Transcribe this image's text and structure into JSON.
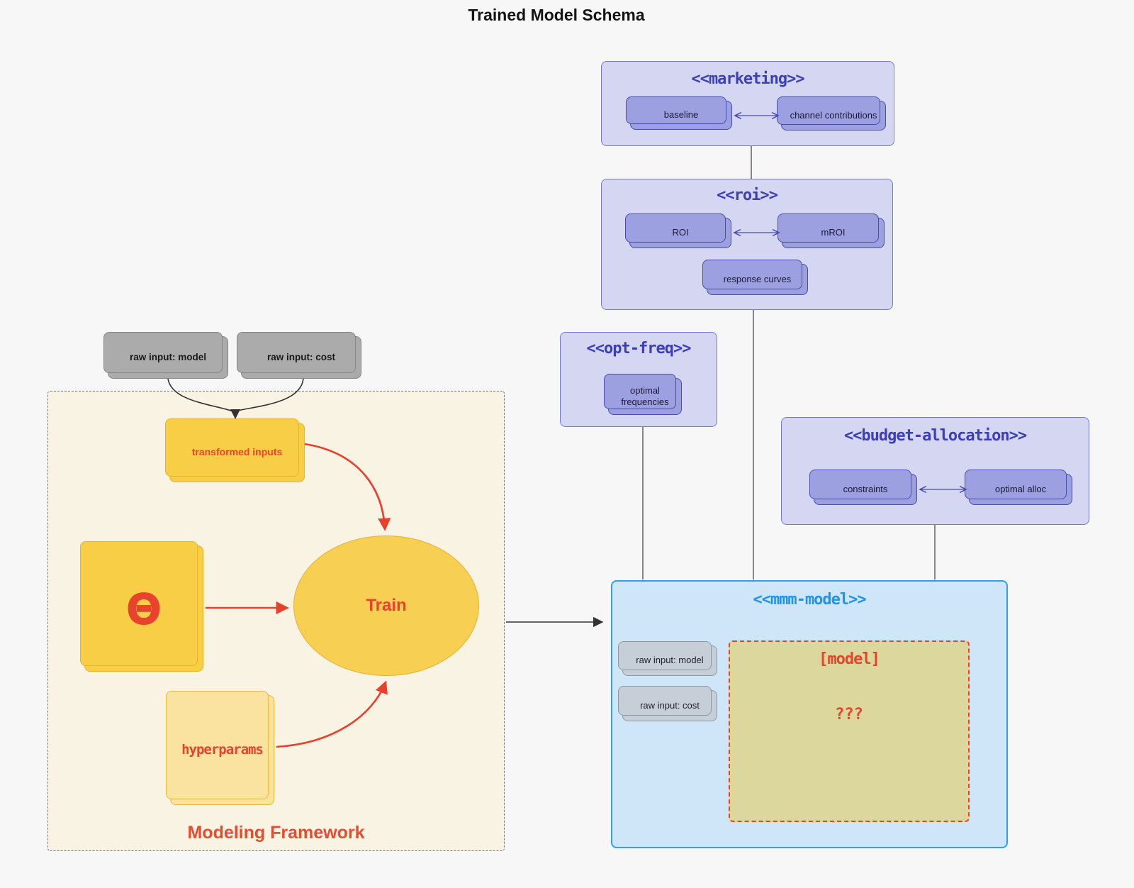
{
  "title": "Trained Model Schema",
  "clusters": {
    "marketing": {
      "header": "<<marketing>>",
      "baseline": "baseline",
      "channel_contributions": "channel contributions"
    },
    "roi": {
      "header": "<<roi>>",
      "roi": "ROI",
      "mroi": "mROI",
      "response_curves": "response curves"
    },
    "opt_freq": {
      "header": "<<opt-freq>>",
      "optimal_frequencies": "optimal frequencies"
    },
    "budget_allocation": {
      "header": "<<budget-allocation>>",
      "constraints": "constraints",
      "optimal_alloc": "optimal alloc"
    },
    "mmm_model": {
      "header": "<<mmm-model>>",
      "raw_input_model": "raw input: model",
      "raw_input_cost": "raw input: cost",
      "model_box": "[model]",
      "unknown": "???"
    },
    "modeling_framework": {
      "label": "Modeling Framework",
      "raw_input_model": "raw input: model",
      "raw_input_cost": "raw input: cost",
      "transformed_inputs": "transformed inputs",
      "theta": "Θ",
      "train": "Train",
      "hyperparams": "hyperparams"
    }
  },
  "colors": {
    "background": "#f7f7f8",
    "purple_cluster_fill": "#d5d6f1",
    "purple_cluster_border": "#7679d2",
    "purple_node_fill": "#9c9fe0",
    "purple_node_border": "#4a4cab",
    "purple_header_text": "#3d3fb8",
    "mmm_cluster_fill": "#cfe5f8",
    "mmm_cluster_border": "#2f9fe6",
    "mmm_header_text": "#2492e5",
    "framework_fill": "#f9f3e3",
    "framework_border": "#6b6ed8",
    "gold_fill": "#f8ce46",
    "pale_gold_fill": "#fae2a0",
    "gray_node_fill": "#ababab",
    "gray_in_fill": "#c6cfd8",
    "model_dashed_fill": "#dcd79d",
    "red_accent": "#e8432c",
    "black_line": "#333333"
  }
}
